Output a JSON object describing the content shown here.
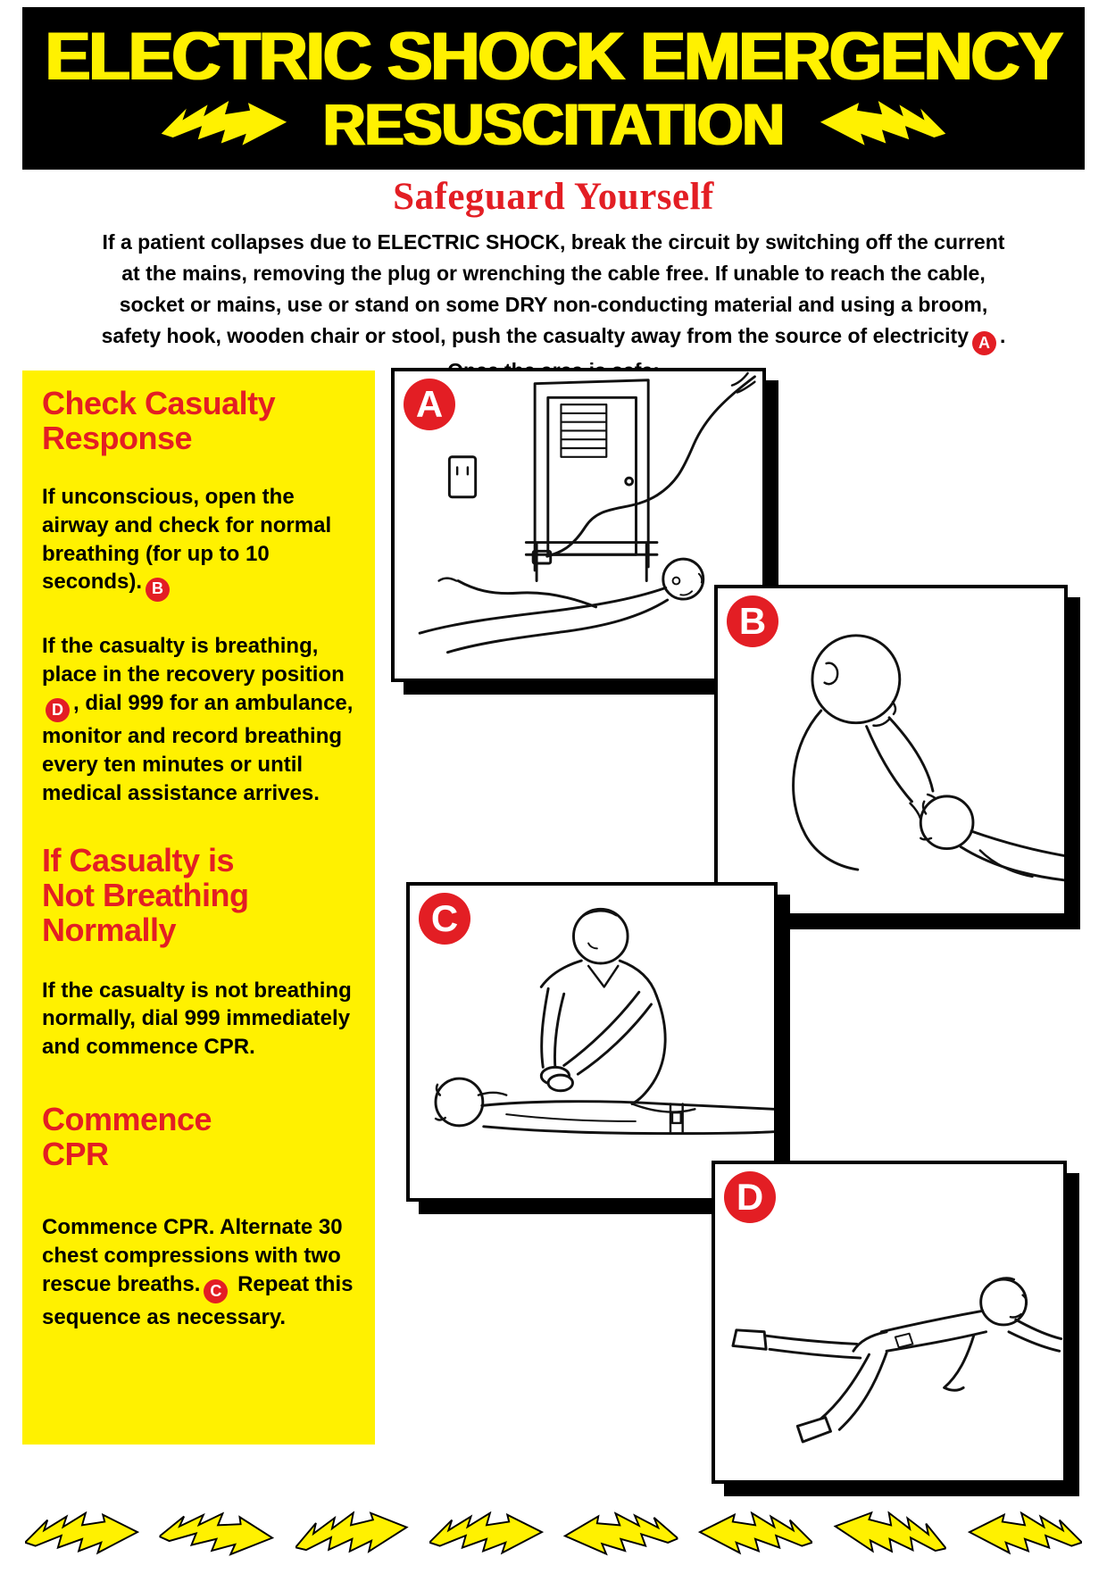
{
  "poster": {
    "title_line1": "ELECTRIC SHOCK EMERGENCY",
    "title_line2": "RESUSCITATION",
    "subtitle": "Safeguard Yourself",
    "intro_part1": "If a patient collapses due to ELECTRIC SHOCK, break the circuit by switching off the current at the mains, removing the plug or wrenching the cable free.  If unable to reach the cable, socket or mains, use or stand on some DRY non-conducting material and using a broom, safety hook, wooden chair or stool, push the casualty away from the source of electricity",
    "intro_marker": "A",
    "intro_part2": ". Once the area is safe:"
  },
  "sidebar": {
    "section1": {
      "heading": "Check Casualty\nResponse",
      "p1_text": "If unconscious, open the airway and check for normal breathing (for up to 10 seconds).",
      "p1_marker": "B",
      "p2_pre": "If the casualty is breathing, place in the recovery position",
      "p2_marker": "D",
      "p2_post": ", dial 999 for an ambulance, monitor and record breathing every ten minutes or until medical assistance arrives."
    },
    "section2": {
      "heading": "If Casualty is\nNot Breathing\nNormally",
      "p1": "If the casualty is not breathing normally, dial 999 immediately and commence CPR."
    },
    "section3": {
      "heading": "Commence\nCPR",
      "p1_pre": "Commence CPR.  Alternate 30 chest compressions with two rescue breaths.",
      "p1_marker": "C",
      "p1_post": "Repeat this sequence as necessary."
    }
  },
  "panels": {
    "a": "A",
    "b": "B",
    "c": "C",
    "d": "D"
  },
  "colors": {
    "accent_red": "#E31E24",
    "yellow": "#FFF100",
    "black": "#000000",
    "white": "#FFFFFF"
  }
}
